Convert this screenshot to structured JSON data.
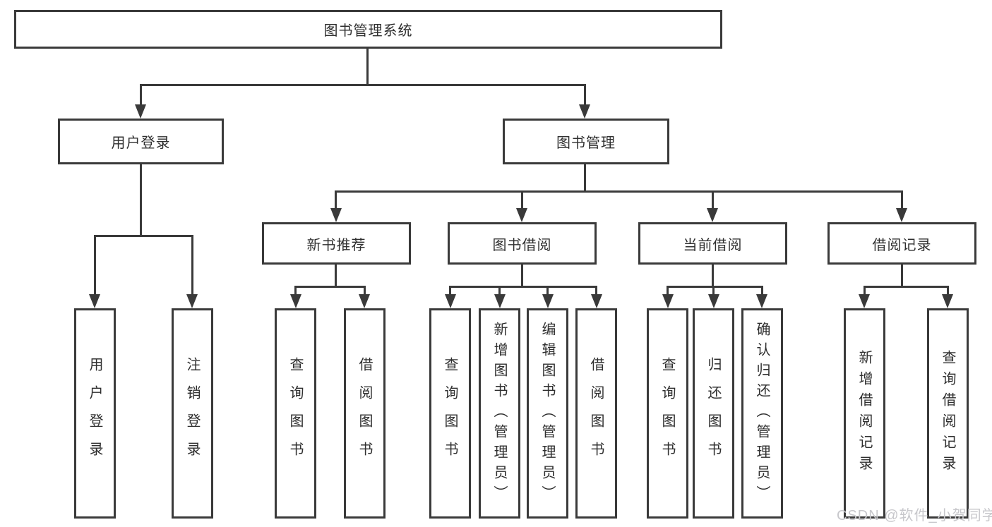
{
  "diagram": {
    "root": {
      "label": "图书管理系统"
    },
    "level2": [
      {
        "label": "用户登录"
      },
      {
        "label": "图书管理"
      }
    ],
    "level3": [
      {
        "label": "新书推荐",
        "parent": "图书管理"
      },
      {
        "label": "图书借阅",
        "parent": "图书管理"
      },
      {
        "label": "当前借阅",
        "parent": "图书管理"
      },
      {
        "label": "借阅记录",
        "parent": "图书管理"
      }
    ],
    "leaves": [
      {
        "label": "用户登录",
        "parent": "用户登录"
      },
      {
        "label": "注销登录",
        "parent": "用户登录"
      },
      {
        "label": "查询图书",
        "parent": "新书推荐"
      },
      {
        "label": "借阅图书",
        "parent": "新书推荐"
      },
      {
        "label": "查询图书",
        "parent": "图书借阅"
      },
      {
        "label": "新增图书（管理员）",
        "parent": "图书借阅"
      },
      {
        "label": "编辑图书（管理员）",
        "parent": "图书借阅"
      },
      {
        "label": "借阅图书",
        "parent": "图书借阅"
      },
      {
        "label": "查询图书",
        "parent": "当前借阅"
      },
      {
        "label": "归还图书",
        "parent": "当前借阅"
      },
      {
        "label": "确认归还（管理员）",
        "parent": "当前借阅"
      },
      {
        "label": "新增借阅记录",
        "parent": "借阅记录"
      },
      {
        "label": "查询借阅记录",
        "parent": "借阅记录"
      }
    ]
  },
  "watermark": {
    "text": "CSDN @软件_小贺同学"
  },
  "colors": {
    "line": "#3a3a3a",
    "text": "#2f2f2f",
    "background": "#ffffff",
    "watermark": "#c7c7cb"
  }
}
